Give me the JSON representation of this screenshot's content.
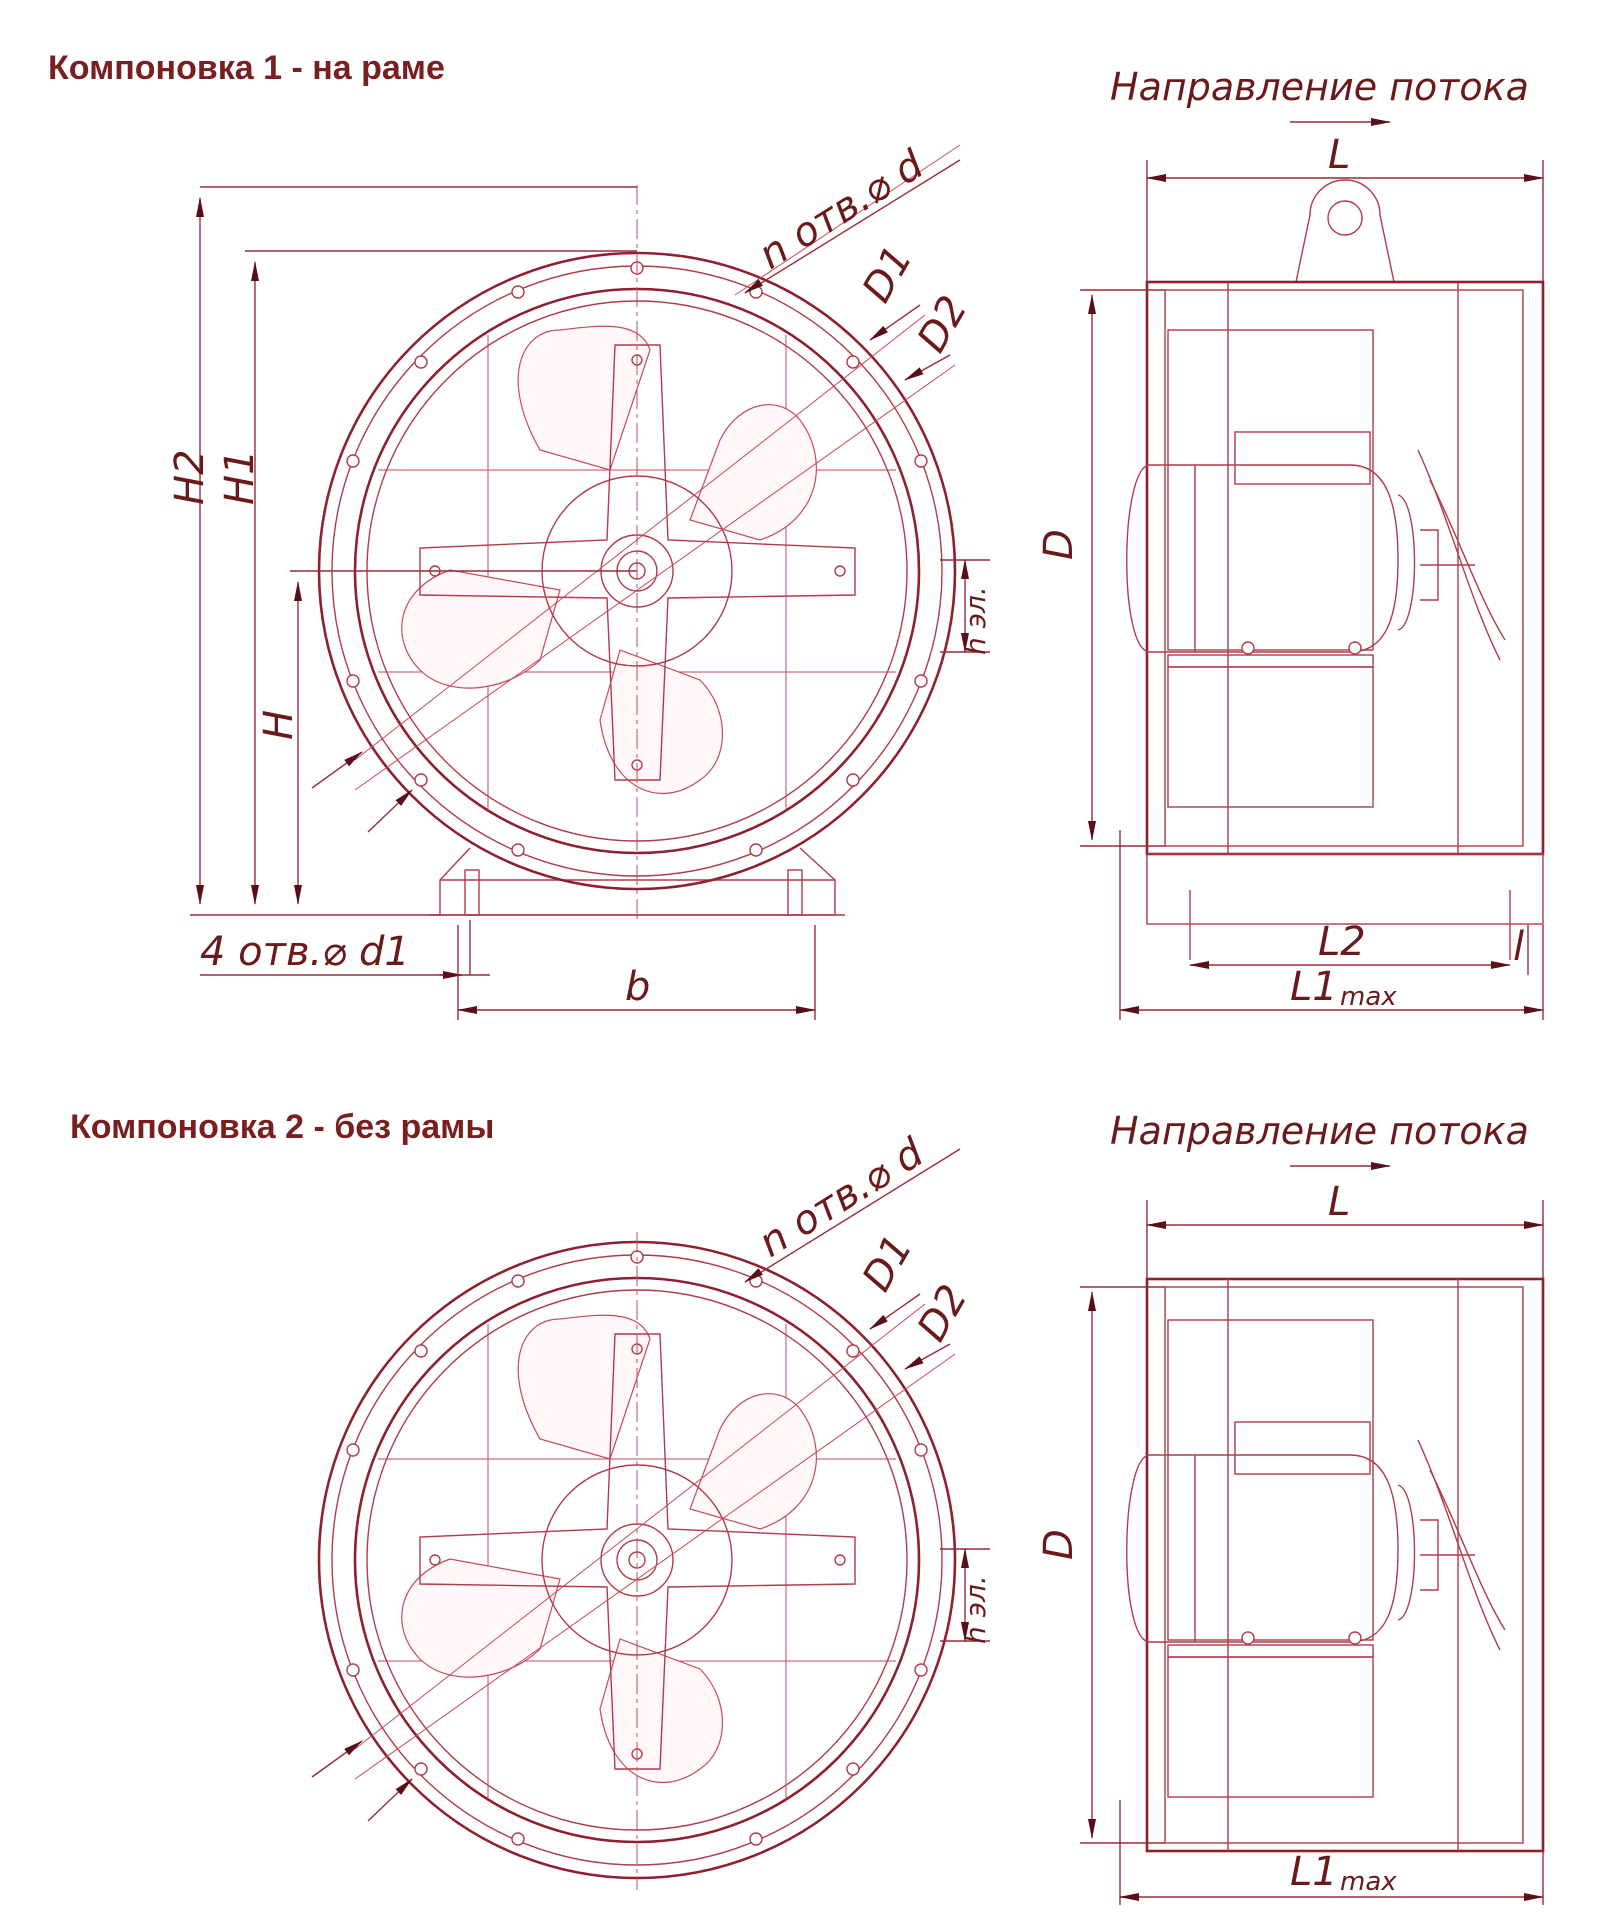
{
  "layouts": [
    {
      "title": "Компоновка 1 - на раме",
      "flow_label": "Направление потока",
      "labels": {
        "H2": "H2",
        "H1": "H1",
        "H": "H",
        "n_holes": "n отв.⌀ d",
        "D1": "D1",
        "D2": "D2",
        "h_el": "h эл.",
        "holes_d1": "4 отв.⌀ d1",
        "b": "b",
        "L": "L",
        "D": "D",
        "L2": "L2",
        "l": "l",
        "L1": "L1",
        "max": "max"
      }
    },
    {
      "title": "Компоновка 2 - без рамы",
      "flow_label": "Направление потока",
      "labels": {
        "n_holes": "n отв.⌀ d",
        "D1": "D1",
        "D2": "D2",
        "h_el": "h эл.",
        "L": "L",
        "D": "D",
        "L1": "L1",
        "max": "max"
      }
    }
  ],
  "colors": {
    "title": "#7a1f1f",
    "lines": "#b23a4a",
    "arrows": "#5a0f18"
  },
  "icons": {
    "flow_arrow": "flow-direction-arrow-icon",
    "impeller": "impeller-icon",
    "motor": "motor-icon"
  }
}
